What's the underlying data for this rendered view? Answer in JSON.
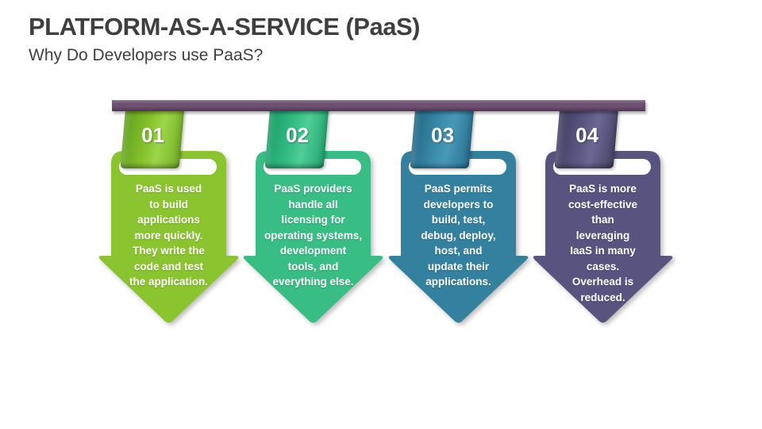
{
  "slide": {
    "title": "PLATFORM-AS-A-SERVICE (PaaS)",
    "subtitle": "Why Do Developers use PaaS?"
  },
  "colors": {
    "background": "#ffffff",
    "title_text": "#3f3f3f",
    "bar": "#6e4e73",
    "step_text": "#ffffff"
  },
  "arrows": [
    {
      "number": "01",
      "text": "PaaS is used\nto build\napplications\nmore quickly.\nThey write the\ncode and test\nthe application.",
      "body_color": "#8ac42f",
      "ribbon_colors": [
        "#5f9e1d",
        "#86c32e",
        "#9bd747",
        "#74ad26"
      ]
    },
    {
      "number": "02",
      "text": "PaaS providers\nhandle all\nlicensing for\noperating systems,\ndevelopment\ntools, and\neverything else.",
      "body_color": "#38bd85",
      "ribbon_colors": [
        "#179c66",
        "#35bd83",
        "#4ecf97",
        "#22a36e"
      ]
    },
    {
      "number": "03",
      "text": "PaaS permits\ndevelopers to\nbuild, test,\ndebug, deploy,\nhost, and\nupdate their\napplications.",
      "body_color": "#34809f",
      "ribbon_colors": [
        "#206380",
        "#3a8cab",
        "#4899b8",
        "#276f90"
      ]
    },
    {
      "number": "04",
      "text": "PaaS is more\ncost-effective\nthan\nleveraging\nIaaS in many\ncases.\nOverhead is\nreduced.",
      "body_color": "#575480",
      "ribbon_colors": [
        "#3f3c5e",
        "#5a5783",
        "#6b6894",
        "#454266"
      ]
    }
  ]
}
